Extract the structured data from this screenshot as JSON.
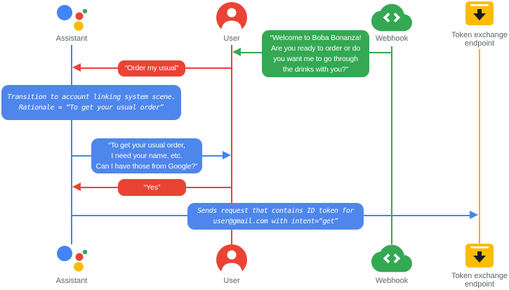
{
  "diagram": {
    "actors": {
      "assistant": "Assistant",
      "user": "User",
      "webhook": "Webhook",
      "token_line1": "Token exchange",
      "token_line2": "endpoint"
    },
    "messages": {
      "welcome": {
        "lines": [
          "“Welcome to Boba Bonanza!",
          "Are you ready to order or do",
          "you want me to go through",
          "the drinks with you?”"
        ]
      },
      "order_usual": "“Order my usual”",
      "transition_note": {
        "lines": [
          "Transition to account linking system scene.",
          "Rationale = “To get your usual order”"
        ]
      },
      "ask_google": {
        "lines": [
          "“To get your usual order,",
          "I need your name, etc.",
          "Can I have those from Google?”"
        ]
      },
      "yes": "“Yes”",
      "sends_request": {
        "lines": [
          "Sends request that contains ID token for",
          "user@gmail.com with intent=“get”"
        ]
      }
    },
    "colors": {
      "blue": "#4285F4",
      "blue_box": "#4E86EC",
      "red": "#EA4335",
      "green": "#34A853",
      "yellow": "#FBBC04",
      "yellow_line": "#F9AB00",
      "label_gray": "#5F6368"
    }
  }
}
